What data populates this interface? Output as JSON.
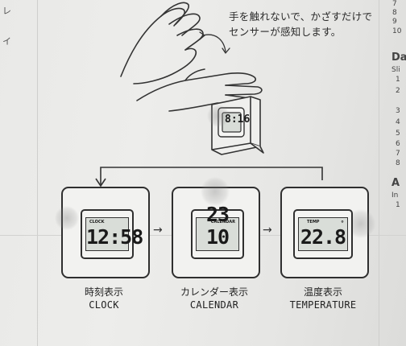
{
  "left_edge_fragments": [
    "レ",
    "イ"
  ],
  "right_edge_numbers": [
    "7",
    "8",
    "9",
    "10"
  ],
  "right_edge_heading": "Da",
  "right_edge_sub": "Sli",
  "right_edge_list": [
    "1",
    "2",
    "3",
    "4",
    "5",
    "6",
    "7",
    "8"
  ],
  "right_edge_heading2": "A",
  "right_edge_sub2": "In",
  "right_edge_list2": [
    "1"
  ],
  "instruction": {
    "line1": "手を触れないで、かざすだけで",
    "line2": "センサーが感知します。"
  },
  "top_clock": {
    "time": "8:16"
  },
  "modes": [
    {
      "jp": "時刻表示",
      "en": "CLOCK",
      "display": "12:58",
      "tag": "CLOCK",
      "extra": ""
    },
    {
      "jp": "カレンダー表示",
      "en": "CALENDAR",
      "display": "23 10",
      "tag": "CALENDAR",
      "extra": ""
    },
    {
      "jp": "温度表示",
      "en": "TEMPERATURE",
      "display": "22.8",
      "tag": "TEMP",
      "extra": "°"
    }
  ]
}
